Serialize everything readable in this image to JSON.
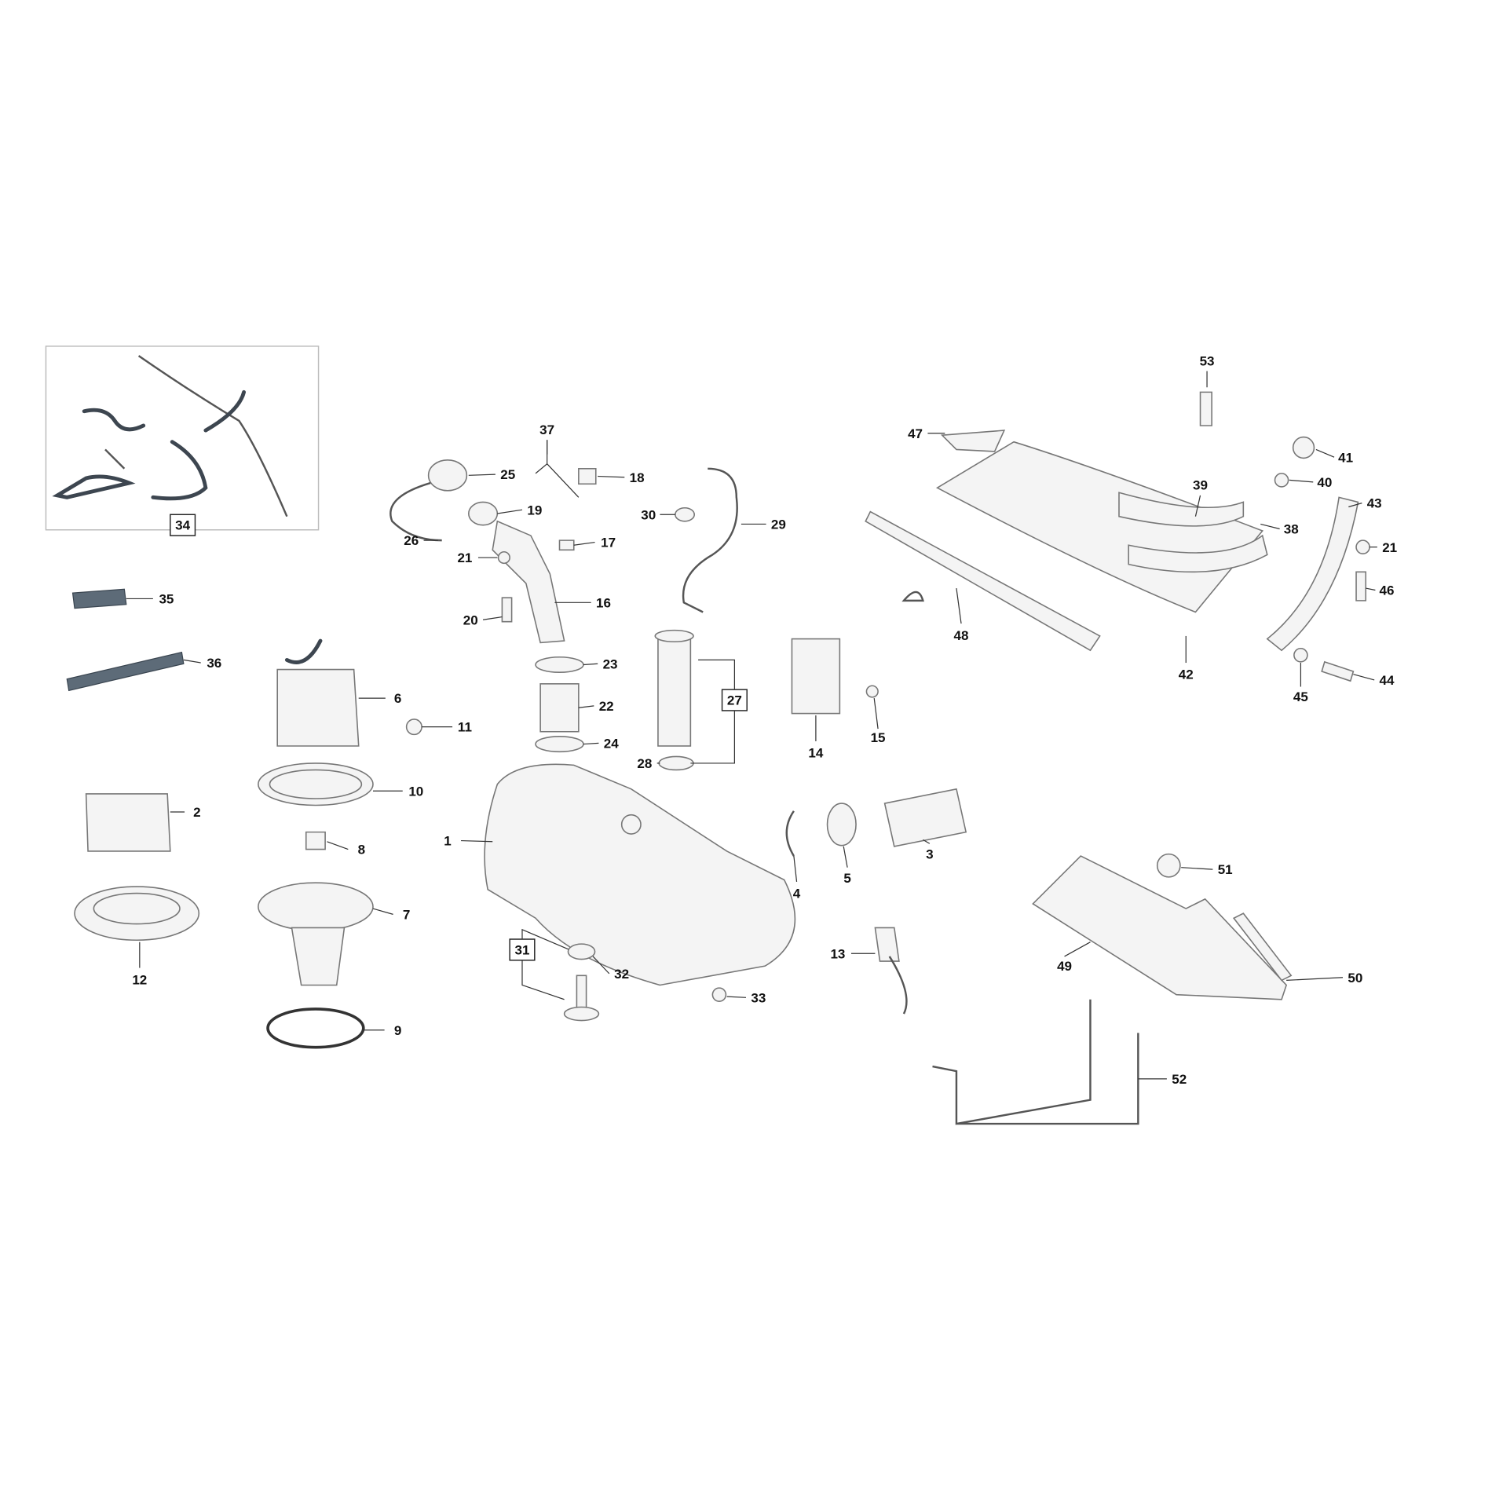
{
  "diagram": {
    "callouts": [
      "53",
      "47",
      "41",
      "40",
      "43",
      "39",
      "38",
      "21",
      "46",
      "48",
      "42",
      "44",
      "45",
      "37",
      "25",
      "18",
      "19",
      "30",
      "29",
      "17",
      "26",
      "21",
      "16",
      "20",
      "35",
      "36",
      "6",
      "23",
      "22",
      "11",
      "24",
      "14",
      "15",
      "28",
      "10",
      "2",
      "1",
      "3",
      "8",
      "5",
      "4",
      "51",
      "7",
      "12",
      "32",
      "13",
      "49",
      "50",
      "33",
      "9",
      "52"
    ],
    "boxed_callouts": [
      "34",
      "27",
      "31"
    ],
    "colors": {
      "line": "#777777",
      "text": "#111111",
      "gasket": "#5d6b78"
    }
  }
}
